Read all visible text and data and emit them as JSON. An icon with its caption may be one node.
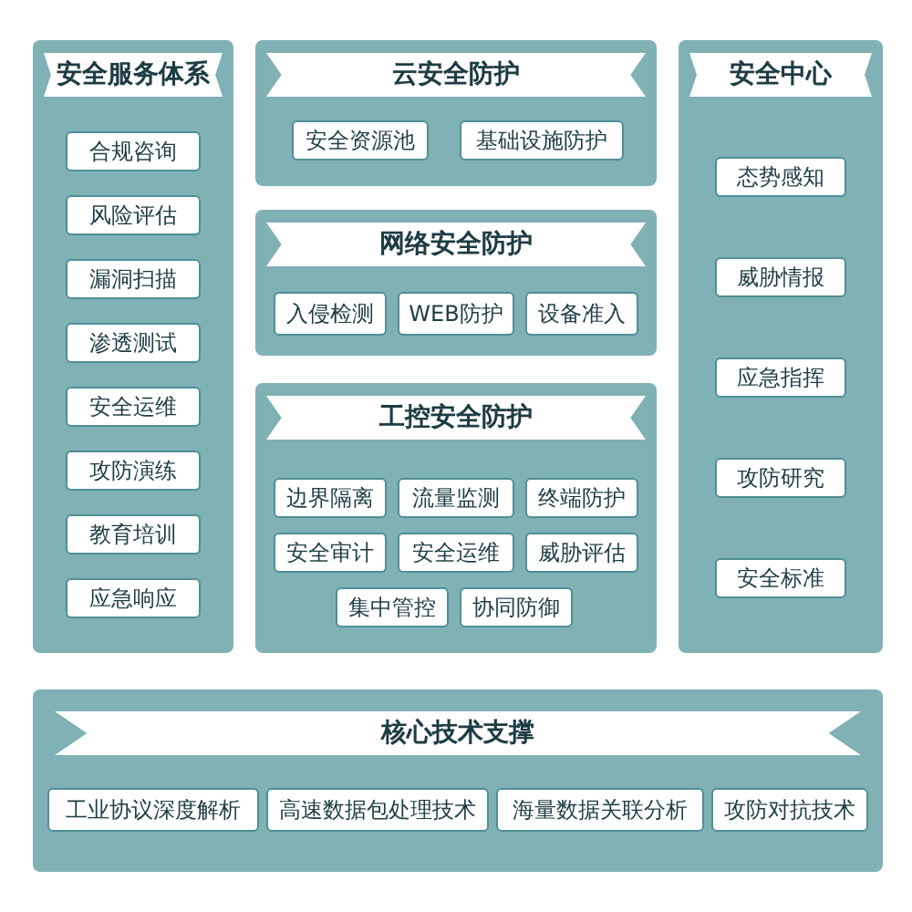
{
  "diagram": {
    "nodes": [
      {
        "text": [
          "安全服务体系"
        ]
      },
      {
        "text": [
          "合规咨询"
        ],
        "in": 0
      },
      {
        "text": [
          "风险评估"
        ],
        "in": 0
      },
      {
        "text": [
          "漏洞扫描"
        ],
        "in": 0
      },
      {
        "text": [
          "渗透测试"
        ],
        "in": 0
      },
      {
        "text": [
          "安全运维"
        ],
        "in": 0
      },
      {
        "text": [
          "攻防演练"
        ],
        "in": 0
      },
      {
        "text": [
          "教育培训"
        ],
        "in": 0
      },
      {
        "text": [
          "应急响应"
        ],
        "in": 0
      },
      {
        "text": [
          "云安全防护"
        ]
      },
      {
        "text": [
          "安全资源池"
        ],
        "in": 9
      },
      {
        "text": [
          "基础设施防护"
        ],
        "in": 9
      },
      {
        "text": [
          "网络安全防护"
        ]
      },
      {
        "text": [
          "入侵检测"
        ],
        "in": 12
      },
      {
        "text": [
          "WEB防护"
        ],
        "in": 12
      },
      {
        "text": [
          "设备准入"
        ],
        "in": 12
      },
      {
        "text": [
          "工控安全防护"
        ]
      },
      {
        "text": [
          "边界隔离"
        ],
        "in": 16
      },
      {
        "text": [
          "流量监测"
        ],
        "in": 16
      },
      {
        "text": [
          "终端防护"
        ],
        "in": 16
      },
      {
        "text": [
          "安全审计"
        ],
        "in": 16
      },
      {
        "text": [
          "安全运维"
        ],
        "in": 16
      },
      {
        "text": [
          "威胁评估"
        ],
        "in": 16
      },
      {
        "text": [
          "集中管控"
        ],
        "in": 16
      },
      {
        "text": [
          "协同防御"
        ],
        "in": 16
      },
      {
        "text": [
          "安全中心"
        ]
      },
      {
        "text": [
          "态势感知"
        ],
        "in": 25
      },
      {
        "text": [
          "威胁情报"
        ],
        "in": 25
      },
      {
        "text": [
          "应急指挥"
        ],
        "in": 25
      },
      {
        "text": [
          "攻防研究"
        ],
        "in": 25
      },
      {
        "text": [
          "安全标准"
        ],
        "in": 25
      },
      {
        "text": [
          "核心技术支撑"
        ]
      },
      {
        "text": [
          "工业协议深度解析"
        ],
        "in": 31
      },
      {
        "text": [
          "高速数据包处理技术"
        ],
        "in": 31
      },
      {
        "text": [
          "海量数据关联分析"
        ],
        "in": 31
      },
      {
        "text": [
          "攻防对抗技术"
        ],
        "in": 31
      }
    ]
  }
}
